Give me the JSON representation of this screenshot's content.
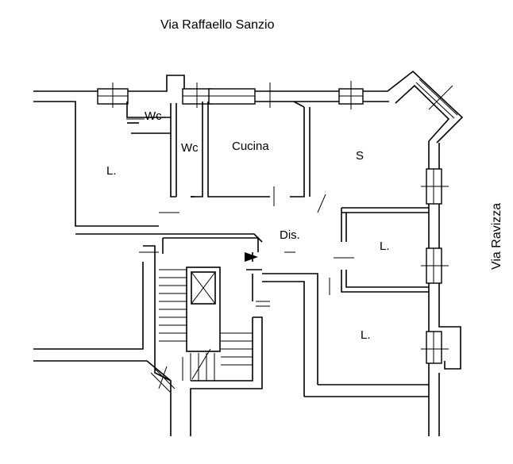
{
  "streets": {
    "top": "Via Raffaello Sanzio",
    "right": "Via Ravizza"
  },
  "rooms": {
    "wc1": "Wc",
    "wc2": "Wc",
    "cucina": "Cucina",
    "soggiorno": "S",
    "letto1": "L.",
    "disimpegno": "Dis.",
    "letto2": "L.",
    "letto3": "L."
  }
}
